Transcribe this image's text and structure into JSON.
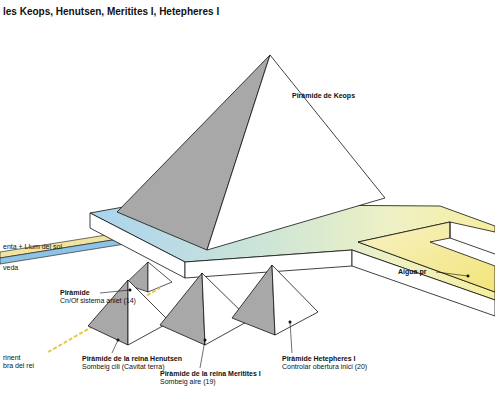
{
  "diagram": {
    "title": "les Keops, Henutsen, Meritites I, Hetepheres I",
    "labels": [
      "Piràmide de Keops",
      "enta + Llum del sol",
      "veda",
      "Piràmide",
      "Cn/Of sistema aniet (14)",
      "rinent",
      "bra del rei",
      "Piràmide de la reina Henutsen",
      "Sombeig cili (Cavitat terra)",
      "Piràmide de la reina Meritites I",
      "Sombeig aire (19)",
      "Piràmide Hetepheres I",
      "Controlar obertura inici (20)",
      "Aigua pr"
    ]
  }
}
